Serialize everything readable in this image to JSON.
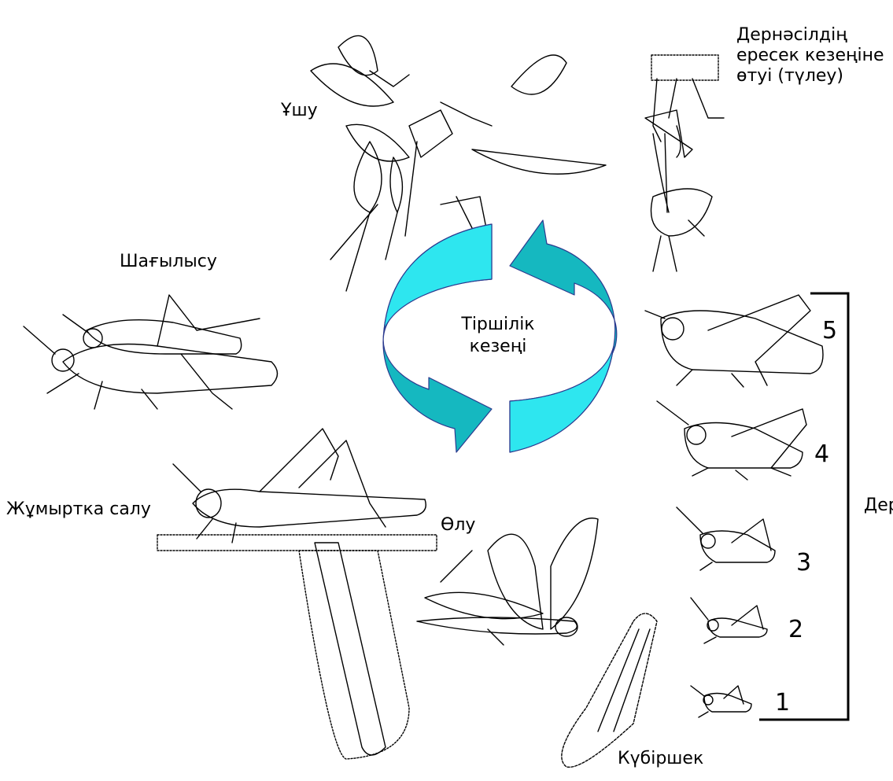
{
  "labels": {
    "flight": "Ұшу",
    "molt_line1": "Дернәсілдің",
    "molt_line2": "ересек кезеңіне",
    "molt_line3": "өтуі (түлеу)",
    "mating": "Шағылысу",
    "cycle_line1": "Тіршілік",
    "cycle_line2": "кезеңі",
    "egg_laying": "Жұмыртка салу",
    "death": "Өлу",
    "egg_pod": "Күбіршек",
    "nymph_bracket": "Дер"
  },
  "nymph_stages": [
    "5",
    "4",
    "3",
    "2",
    "1"
  ],
  "colors": {
    "arrow_light": "#2ee6ef",
    "arrow_dark": "#15b8c0",
    "arrow_outline": "#2b3a8f",
    "ink": "#000000"
  }
}
